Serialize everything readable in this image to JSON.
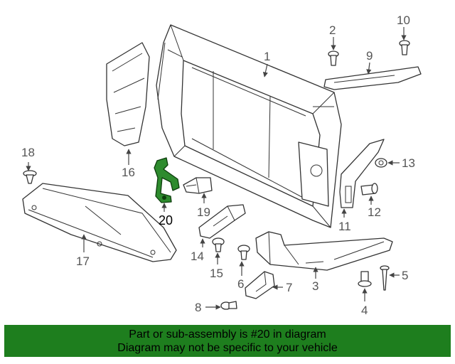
{
  "highlight_color": "#2e8b2e",
  "banner_color": "#1e7e1e",
  "highlighted_part": "20",
  "callouts": {
    "p1": "1",
    "p2": "2",
    "p3": "3",
    "p4": "4",
    "p5": "5",
    "p6": "6",
    "p7": "7",
    "p8": "8",
    "p9": "9",
    "p10": "10",
    "p11": "11",
    "p12": "12",
    "p13": "13",
    "p14": "14",
    "p15": "15",
    "p16": "16",
    "p17": "17",
    "p18": "18",
    "p19": "19",
    "p20": "20"
  },
  "banner": {
    "line1": "Part or sub-assembly is #20 in diagram",
    "line2": "Diagram may not be specific to your vehicle"
  }
}
